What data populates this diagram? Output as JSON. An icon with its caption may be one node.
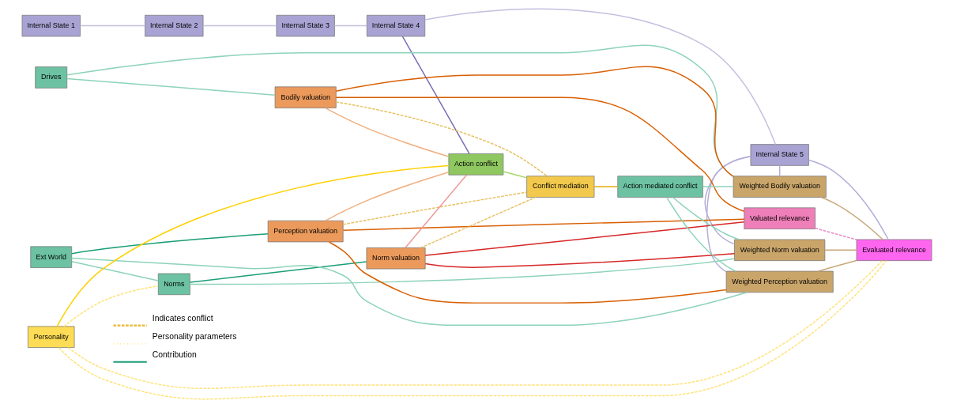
{
  "diagram": {
    "nodes": [
      {
        "text": [
          "Internal State 1"
        ]
      },
      {
        "text": [
          "Internal State 2"
        ]
      },
      {
        "text": [
          "Internal State 3"
        ]
      },
      {
        "text": [
          "Internal State 4"
        ]
      },
      {
        "text": [
          "Internal State 5"
        ]
      },
      {
        "text": [
          "Drives"
        ]
      },
      {
        "text": [
          "Norms"
        ]
      },
      {
        "text": [
          "Ext World"
        ]
      },
      {
        "text": [
          "Personality"
        ]
      },
      {
        "text": [
          "Bodily valuation"
        ]
      },
      {
        "text": [
          "Perception valuation"
        ]
      },
      {
        "text": [
          "Norm valuation"
        ]
      },
      {
        "text": [
          "Action conflict"
        ]
      },
      {
        "text": [
          "Conflict mediation"
        ]
      },
      {
        "text": [
          "Action mediated conflict"
        ]
      },
      {
        "text": [
          "Weighted Bodily valuation"
        ]
      },
      {
        "text": [
          "Weighted Perception valuation"
        ]
      },
      {
        "text": [
          "Weighted Norm valuation"
        ]
      },
      {
        "text": [
          "Valuated relevance"
        ]
      },
      {
        "text": [
          "Evaluated relevance"
        ]
      }
    ],
    "edges": [
      {
        "from": 0,
        "to": 1,
        "arrow": "none",
        "color": "#c3bfe0"
      },
      {
        "from": 1,
        "to": 2,
        "arrow": "none",
        "color": "#c3bfe0"
      },
      {
        "from": 2,
        "to": 3,
        "arrow": "none",
        "color": "#c3bfe0"
      },
      {
        "from": 3,
        "to": 4,
        "arrow": "none",
        "color": "#c3bfe0"
      },
      {
        "from": 3,
        "to": 12,
        "arrow": "none",
        "color": "#7570b3"
      },
      {
        "from": 4,
        "to": 15,
        "arrow": "none",
        "color": "#b3aed8"
      },
      {
        "from": 4,
        "to": 16,
        "arrow": "none",
        "color": "#b3aed8"
      },
      {
        "from": 4,
        "to": 17,
        "arrow": "none",
        "color": "#b3aed8"
      },
      {
        "from": 4,
        "to": 19,
        "arrow": "none",
        "color": "#b3aed8"
      },
      {
        "from": 5,
        "to": 9,
        "arrow": "none",
        "color": "#8dd3b9"
      },
      {
        "from": 5,
        "to": 15,
        "arrow": "none",
        "color": "#8dd3b9"
      },
      {
        "from": 7,
        "to": 6,
        "arrow": "none",
        "color": "#8dd3b9"
      },
      {
        "from": 7,
        "to": 16,
        "arrow": "none",
        "color": "#8dd3b9"
      },
      {
        "from": 7,
        "to": 10,
        "arrow": "none",
        "color": "#1b9e77"
      },
      {
        "from": 6,
        "to": 11,
        "arrow": "none",
        "color": "#1b9e77"
      },
      {
        "from": 6,
        "to": 17,
        "arrow": "none",
        "color": "#8dd3b9"
      },
      {
        "from": 8,
        "to": 6,
        "arrow": "none",
        "style": "dashed",
        "color": "#ffe27a"
      },
      {
        "from": 8,
        "to": 12,
        "arrow": "none",
        "color": "#ffd000"
      },
      {
        "from": 8,
        "to": 19,
        "arrow": "none",
        "style": "dashed",
        "color": "#ffe27a"
      },
      {
        "from": 8,
        "to": 19,
        "arrow": "none",
        "style": "dashed",
        "color": "#ffe27a"
      },
      {
        "from": 9,
        "to": 12,
        "arrow": "none",
        "color": "#f0b080"
      },
      {
        "from": 9,
        "to": 15,
        "arrow": "none",
        "color": "#d95f02"
      },
      {
        "from": 9,
        "to": 18,
        "arrow": "none",
        "color": "#d95f02"
      },
      {
        "from": 9,
        "to": 13,
        "arrow": "none",
        "style": "dashed",
        "color": "#e8c060"
      },
      {
        "from": 10,
        "to": 12,
        "arrow": "none",
        "color": "#f0b080"
      },
      {
        "from": 10,
        "to": 16,
        "arrow": "none",
        "color": "#d95f02"
      },
      {
        "from": 10,
        "to": 18,
        "arrow": "none",
        "color": "#d95f02"
      },
      {
        "from": 10,
        "to": 13,
        "arrow": "none",
        "style": "dashed",
        "color": "#e8c060"
      },
      {
        "from": 11,
        "to": 12,
        "arrow": "none",
        "color": "#ee9999"
      },
      {
        "from": 11,
        "to": 17,
        "arrow": "none",
        "color": "#d62728"
      },
      {
        "from": 11,
        "to": 18,
        "arrow": "none",
        "color": "#d62728"
      },
      {
        "from": 11,
        "to": 13,
        "arrow": "none",
        "style": "dashed",
        "color": "#e8c060"
      },
      {
        "from": 12,
        "to": 13,
        "arrow": "none",
        "color": "#a6d96a"
      },
      {
        "from": 13,
        "to": 14,
        "arrow": "none",
        "color": "#e6ab02"
      },
      {
        "from": 14,
        "to": 15,
        "arrow": "none",
        "color": "#8dd3b9"
      },
      {
        "from": 14,
        "to": 16,
        "arrow": "none",
        "color": "#8dd3b9"
      },
      {
        "from": 14,
        "to": 17,
        "arrow": "none",
        "color": "#8dd3b9"
      },
      {
        "from": 15,
        "to": 19,
        "arrow": "none",
        "color": "#c8a878"
      },
      {
        "from": 16,
        "to": 19,
        "arrow": "none",
        "color": "#c8a878"
      },
      {
        "from": 17,
        "to": 19,
        "arrow": "none",
        "color": "#c8a878"
      },
      {
        "from": 18,
        "to": 19,
        "arrow": "none",
        "style": "dashed",
        "color": "#e78ac3"
      }
    ],
    "legend": [
      {
        "text": "Indicates conflict"
      },
      {
        "text": "Personality parameters"
      },
      {
        "text": "Contribution"
      }
    ]
  }
}
